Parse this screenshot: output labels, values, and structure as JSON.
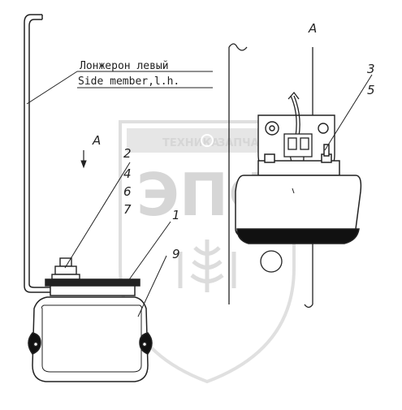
{
  "view_label_top": "A",
  "view_label_left": "A",
  "member_label_ru": "Лонжерон левый",
  "member_label_en": "Side member,l.h.",
  "callouts": {
    "c1": "1",
    "c2": "2",
    "c3": "3",
    "c4": "4",
    "c5": "5",
    "c6": "6",
    "c7": "7",
    "c9": "9"
  },
  "watermark": {
    "logo_text": "ЭПФ",
    "left_word": "ТЕХНИКА",
    "right_word": "ЗАПЧАСТИ"
  }
}
